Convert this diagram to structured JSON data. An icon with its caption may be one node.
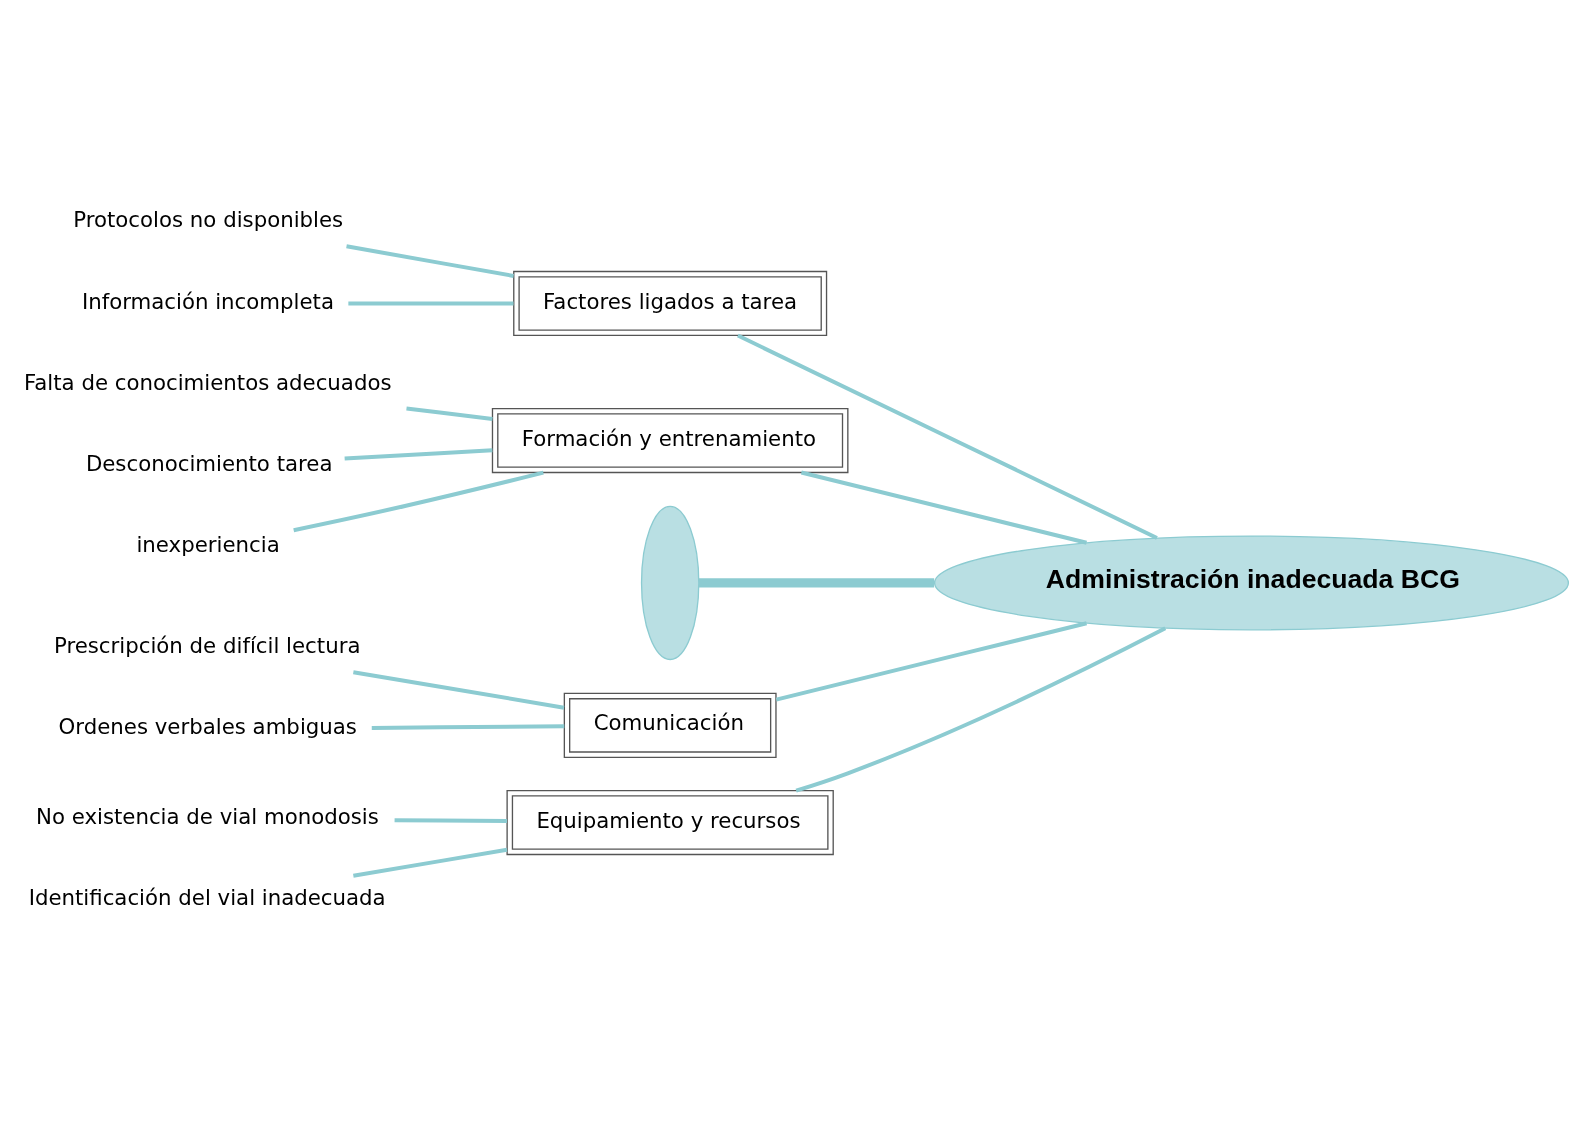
{
  "diagram": {
    "nodes": [
      {
        "text": [
          "Administración inadecuada BCG"
        ]
      },
      {
        "text": [
          "Factores ligados a tarea"
        ]
      },
      {
        "text": [
          "Protocolos no disponibles"
        ]
      },
      {
        "text": [
          "Información incompleta"
        ]
      },
      {
        "text": [
          "Formación y entrenamiento"
        ]
      },
      {
        "text": [
          "Falta de conocimientos adecuados"
        ]
      },
      {
        "text": [
          "Desconocimiento tarea"
        ]
      },
      {
        "text": [
          "inexperiencia"
        ]
      },
      {
        "text": [],
        "shape": "crescent"
      },
      {
        "text": [
          "Comunicación"
        ]
      },
      {
        "text": [
          "Prescripción de difícil lectura"
        ]
      },
      {
        "text": [
          "Ordenes verbales ambiguas"
        ]
      },
      {
        "text": [
          "Equipamiento y recursos"
        ]
      },
      {
        "text": [
          "No existencia de vial monodosis"
        ]
      },
      {
        "text": [
          "Identificación del vial inadecuada"
        ]
      }
    ],
    "edges": [
      {
        "from": 8,
        "to": 0,
        "arrow": "none",
        "style": "thick"
      },
      {
        "from": 1,
        "to": 0,
        "arrow": "none"
      },
      {
        "from": 2,
        "to": 1,
        "arrow": "none"
      },
      {
        "from": 3,
        "to": 1,
        "arrow": "none"
      },
      {
        "from": 4,
        "to": 0,
        "arrow": "none"
      },
      {
        "from": 5,
        "to": 4,
        "arrow": "none"
      },
      {
        "from": 6,
        "to": 4,
        "arrow": "none"
      },
      {
        "from": 7,
        "to": 4,
        "arrow": "none"
      },
      {
        "from": 9,
        "to": 0,
        "arrow": "none"
      },
      {
        "from": 10,
        "to": 9,
        "arrow": "none"
      },
      {
        "from": 11,
        "to": 9,
        "arrow": "none"
      },
      {
        "from": 12,
        "to": 0,
        "arrow": "none"
      },
      {
        "from": 13,
        "to": 12,
        "arrow": "none"
      },
      {
        "from": 14,
        "to": 12,
        "arrow": "none"
      }
    ]
  }
}
